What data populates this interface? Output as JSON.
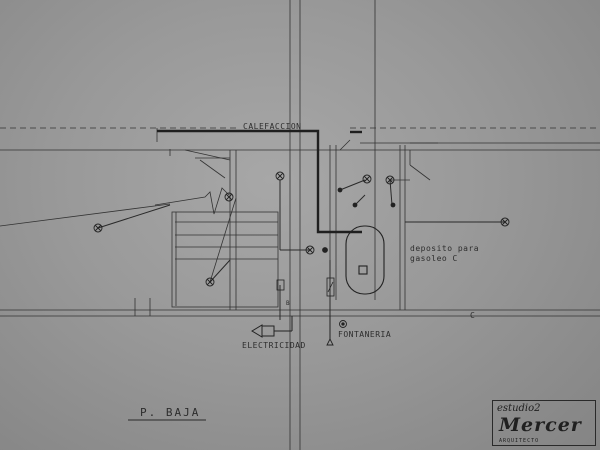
{
  "plan": {
    "labels": {
      "calefaccion": "CALEFACCION",
      "deposito_line1": "deposito para",
      "deposito_line2": "gasoleo C",
      "electricidad": "ELECTRICIDAD",
      "fontaneria": "FONTANERIA",
      "c_mark": "C",
      "b_mark": "B",
      "floor_title": "P. BAJA"
    },
    "stamp": {
      "line1": "estudio2",
      "line2": "Mercer",
      "line3": "ARQUITECTO"
    }
  }
}
